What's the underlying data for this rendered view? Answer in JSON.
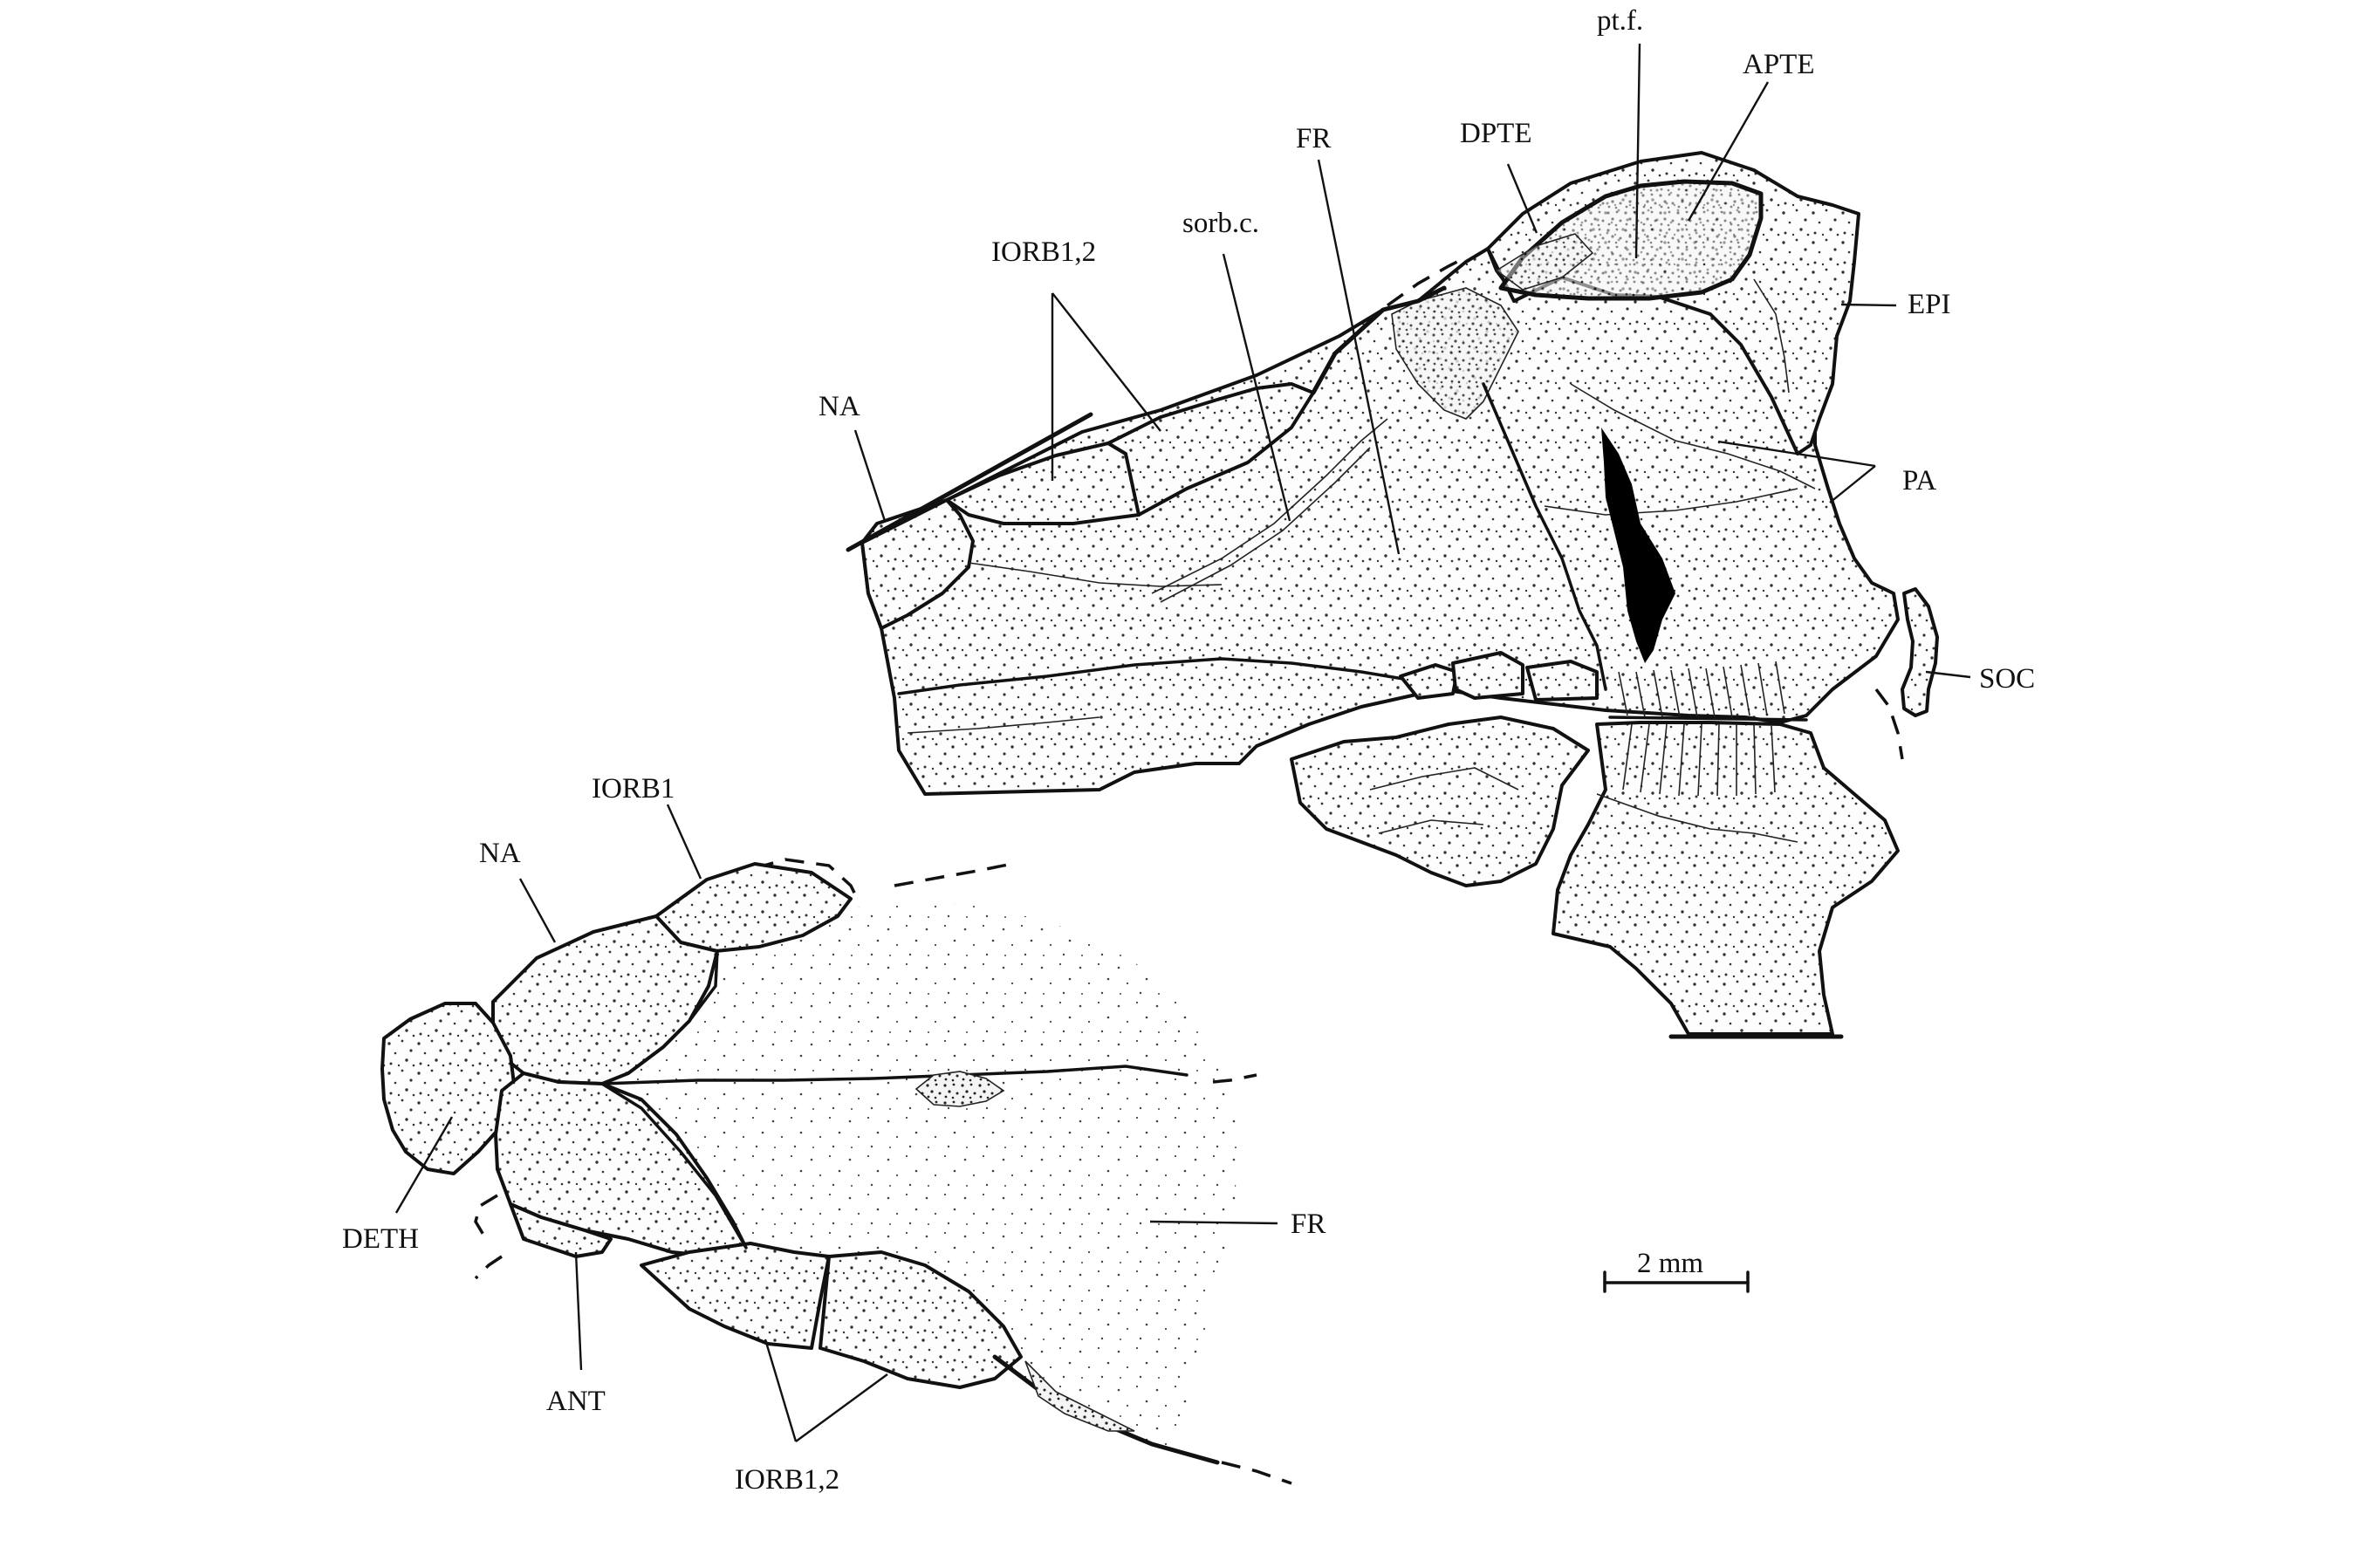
{
  "labels": {
    "top": {
      "ptf": "pt.f.",
      "apte": "APTE",
      "dpte": "DPTE",
      "fr": "FR",
      "sorbc": "sorb.c.",
      "iorb12": "IORB1,2",
      "na": "NA",
      "epi": "EPI",
      "pa": "PA",
      "soc": "SOC"
    },
    "bottom": {
      "iorb1": "IORB1",
      "na": "NA",
      "deth": "DETH",
      "ant": "ANT",
      "iorb12": "IORB1,2",
      "fr": "FR"
    },
    "scale": "2 mm"
  },
  "colors": {
    "ink": "#111111",
    "background": "#ffffff",
    "void": "#000000"
  }
}
